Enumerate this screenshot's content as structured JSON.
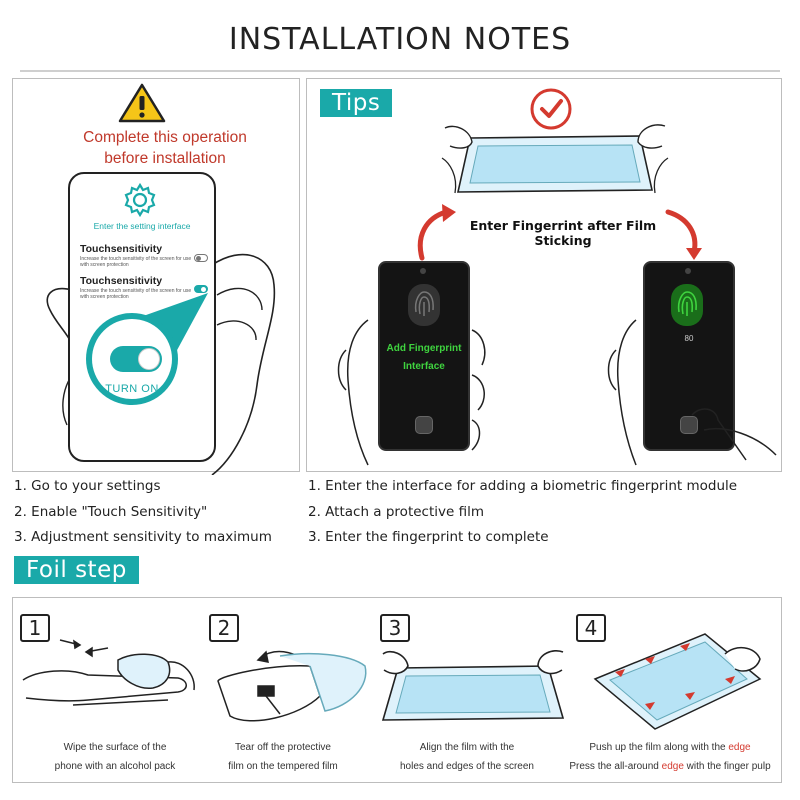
{
  "header": {
    "title": "INSTALLATION  NOTES"
  },
  "left_panel": {
    "warning": {
      "line1": "Complete this operation",
      "line2": "before installation"
    },
    "phone": {
      "setting_text": "Enter the setting interface",
      "toggle1": {
        "title": "Touchsensitivity",
        "desc": "Increase the touch sensitivity of the screen for use with screen protection"
      },
      "toggle2": {
        "title": "Touchsensitivity",
        "desc": "Increase the touch sensitivity of the screen for use with screen protection"
      },
      "turn_on": "TURN ON"
    },
    "steps": [
      "1. Go to your settings",
      "2. Enable \"Touch Sensitivity\"",
      "3. Adjustment sensitivity to maximum"
    ]
  },
  "right_panel": {
    "tag": "Tips",
    "arrow_label": "Enter Fingerrint after Film Sticking",
    "phone_label": {
      "line1": "Add Fingerprint",
      "line2": "Interface"
    },
    "phone_right_value": "80",
    "steps": [
      "1. Enter the interface for adding a biometric fingerprint module",
      "2. Attach a protective film",
      "3. Enter the fingerprint to complete"
    ]
  },
  "foil": {
    "tag": "Foil step",
    "steps": [
      {
        "num": "1",
        "line1": "Wipe the surface of the",
        "line2": "phone with an alcohol pack"
      },
      {
        "num": "2",
        "line1": "Tear off the protective",
        "line2": "film on the tempered film"
      },
      {
        "num": "3",
        "line1": "Align the film with the",
        "line2": "holes and edges of the screen"
      },
      {
        "num": "4",
        "line1a": "Push up the film along with the ",
        "line1b": "edge",
        "line2a": "Press the all-around ",
        "line2b": "edge",
        "line2c": " with the finger pulp"
      }
    ]
  },
  "colors": {
    "accent": "#1aa9a9",
    "warning": "#c0392b",
    "arrow": "#d43a2f",
    "fingerprint": "#3fd43f"
  }
}
